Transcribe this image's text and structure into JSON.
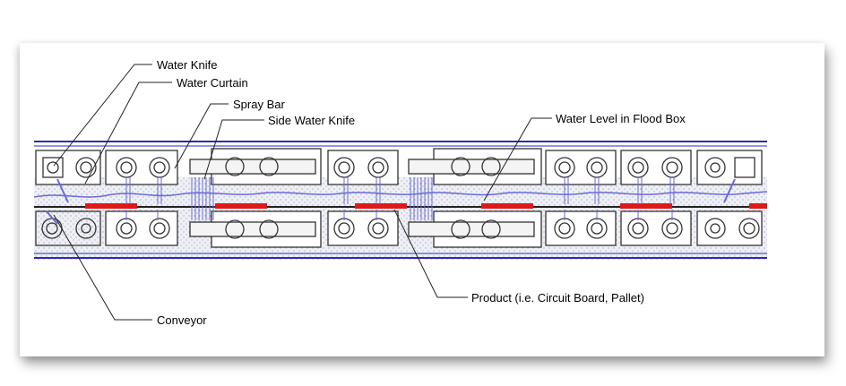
{
  "labels": {
    "water_knife": "Water Knife",
    "water_curtain": "Water Curtain",
    "spray_bar": "Spray Bar",
    "side_water_knife": "Side Water Knife",
    "water_level": "Water Level in Flood Box",
    "product": "Product (i.e. Circuit Board, Pallet)",
    "conveyor": "Conveyor"
  },
  "colors": {
    "frame_line": "#2b2bb8",
    "water": "#6a6ad8",
    "product": "#e01818",
    "ink": "#333333",
    "stipple": "#d9d9e6"
  },
  "icons": {
    "nozzle": "circle-with-ring",
    "water_knife_box": "square-box"
  }
}
